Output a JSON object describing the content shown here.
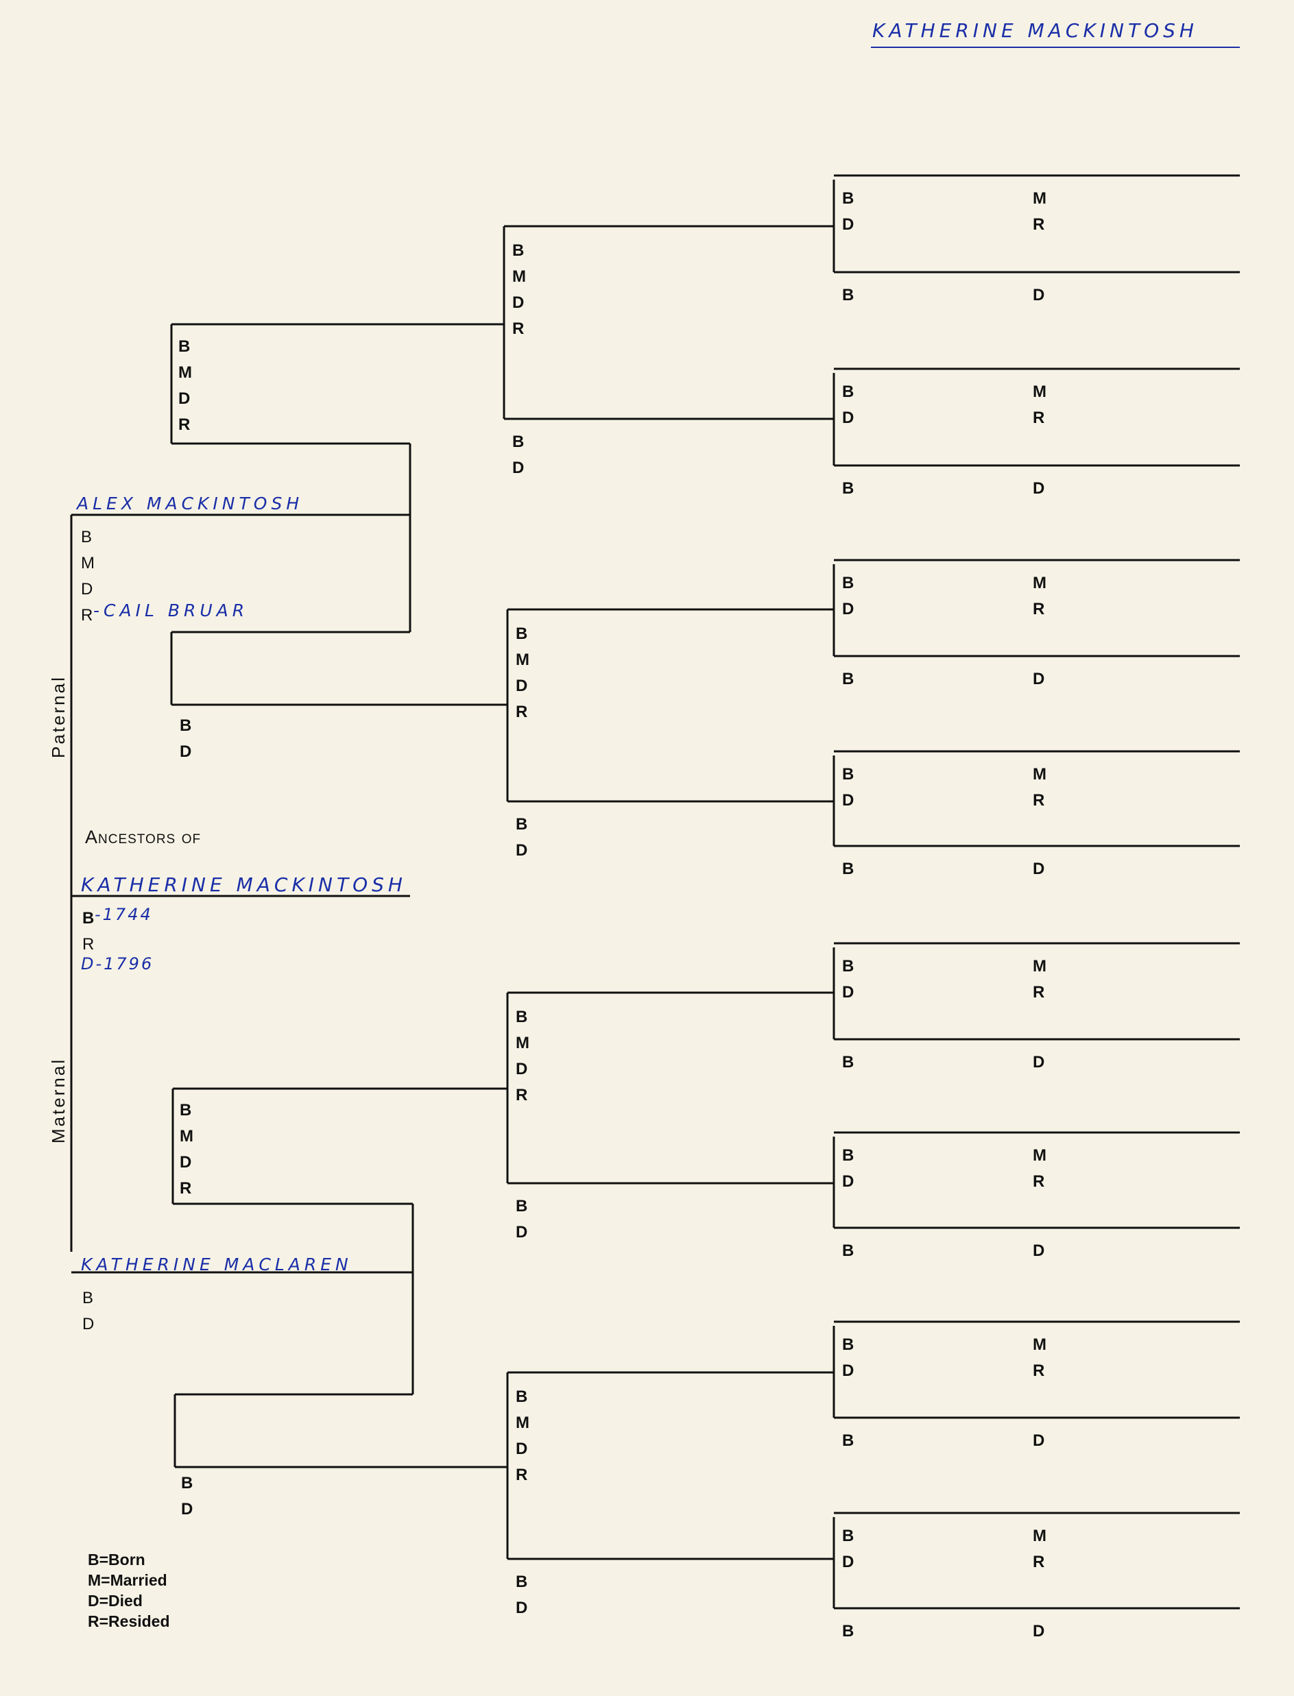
{
  "header": {
    "handwritten_name": "KATHERINE MACKINTOSH"
  },
  "side_labels": {
    "paternal": "Paternal",
    "maternal": "Maternal"
  },
  "ancestors_of_label": "Ancestors of",
  "subject": {
    "name": "KATHERINE MACKINTOSH",
    "born_prefix": "B",
    "born_value": "-1744",
    "resided_prefix": "R",
    "died_value": "D-1796"
  },
  "father": {
    "name": "ALEX MACKINTOSH",
    "fields": [
      "B",
      "M",
      "D"
    ],
    "resided_prefix": "R",
    "resided_value": "-CAIL BRUAR"
  },
  "mother": {
    "name": "KATHERINE MACLAREN",
    "fields": [
      "B",
      "D"
    ]
  },
  "field_letters": {
    "B": "B",
    "M": "M",
    "D": "D",
    "R": "R"
  },
  "legend": [
    "B=Born",
    "M=Married",
    "D=Died",
    "R=Resided"
  ]
}
